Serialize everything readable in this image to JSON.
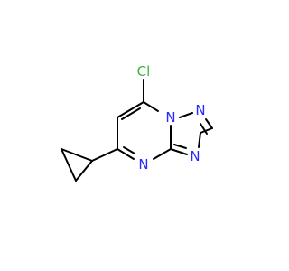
{
  "molecule": {
    "atoms": {
      "cl": {
        "symbol": "Cl",
        "color": "#3cb43c"
      },
      "n_bridge": {
        "symbol": "N",
        "color": "#2a2aff"
      },
      "n_top_right": {
        "symbol": "N",
        "color": "#2a2aff"
      },
      "n_right": {
        "symbol": "N",
        "color": "#2a2aff"
      },
      "n_bottom": {
        "symbol": "N",
        "color": "#2a2aff"
      }
    },
    "bond_color": "#000000"
  }
}
